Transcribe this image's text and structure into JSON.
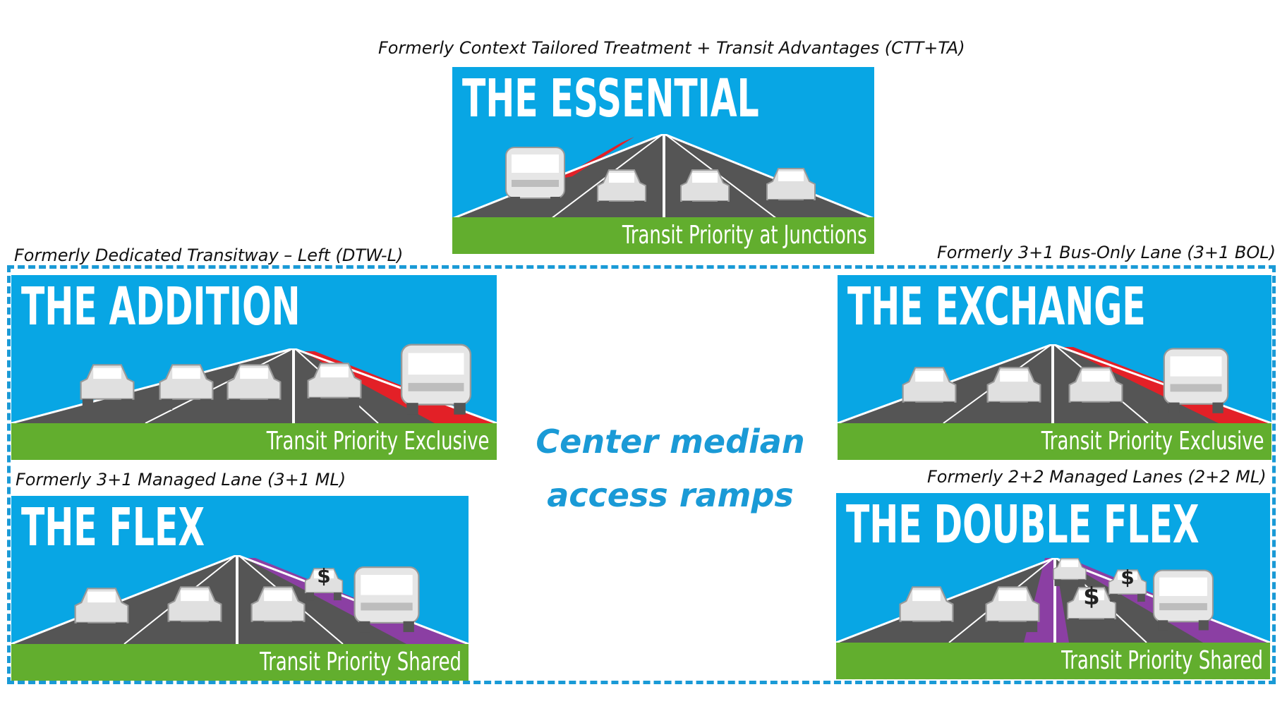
{
  "captions": {
    "essential": "Formerly Context Tailored Treatment + Transit Advantages (CTT+TA)",
    "addition": "Formerly Dedicated Transitway – Left (DTW-L)",
    "exchange": "Formerly 3+1 Bus-Only Lane (3+1 BOL)",
    "flex": "Formerly 3+1 Managed Lane (3+1 ML)",
    "double_flex": "Formerly 2+2 Managed Lanes (2+2 ML)"
  },
  "panels": {
    "essential": {
      "title": "THE ESSENTIAL",
      "footer": "Transit Priority at Junctions"
    },
    "addition": {
      "title": "THE ADDITION",
      "footer": "Transit Priority Exclusive"
    },
    "exchange": {
      "title": "THE EXCHANGE",
      "footer": "Transit Priority Exclusive"
    },
    "flex": {
      "title": "THE FLEX",
      "footer": "Transit Priority Shared"
    },
    "double_flex": {
      "title": "THE DOUBLE FLEX",
      "footer": "Transit Priority Shared"
    }
  },
  "center_label": {
    "line1": "Center median",
    "line2": "access ramps"
  },
  "toll_symbol": "$",
  "colors": {
    "sky": "#08a6e4",
    "grass": "#62ae2e",
    "road": "#555555",
    "bus_lane": "#e32027",
    "managed_lane": "#8b3fa3",
    "accent": "#1a9ad6"
  },
  "icons": [
    "car-icon",
    "bus-icon",
    "toll-car-icon"
  ]
}
